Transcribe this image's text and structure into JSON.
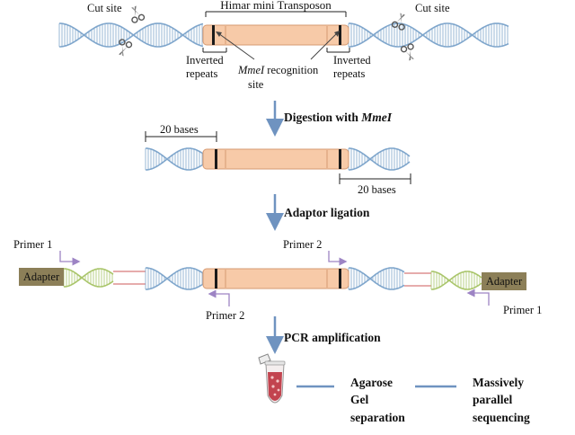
{
  "colors": {
    "dna_blue": "#7fa6cc",
    "dna_green": "#a9c56a",
    "dna_red": "#d87a7a",
    "transposon_fill": "#f7caa8",
    "transposon_stroke": "#d69a72",
    "adapter_fill": "#8c7f58",
    "step_arrow": "#6f93c0",
    "primer_arrow": "#9d84c4",
    "tube_red": "#c2444f"
  },
  "top": {
    "transposon_title": "Himar mini Transposon",
    "cut_site_left": "Cut site",
    "cut_site_right": "Cut site",
    "inverted_left_l1": "Inverted",
    "inverted_left_l2": "repeats",
    "inverted_right_l1": "Inverted",
    "inverted_right_l2": "repeats",
    "mmel_word": "MmeI",
    "mmel_rest": " recognition",
    "mmel_l2": "site",
    "scissor_icon": "scissors-icon"
  },
  "steps": {
    "digestion_prefix": "Digestion with ",
    "digestion_enzyme": "MmeI",
    "ligation": "Adaptor ligation",
    "pcr": "PCR amplification",
    "agarose_l1": "Agarose",
    "agarose_l2": "Gel",
    "agarose_l3": "separation",
    "massive_l1": "Massively",
    "massive_l2": "parallel",
    "massive_l3": "sequencing"
  },
  "digest": {
    "bases_left": "20 bases",
    "bases_right": "20 bases"
  },
  "ligation": {
    "primer1_left": "Primer 1",
    "primer2_top": "Primer 2",
    "primer2_bottom": "Primer 2",
    "primer1_right": "Primer 1",
    "adapter_left": "Adapter",
    "adapter_right": "Adapter"
  },
  "tube": {
    "icon": "pcr-tube-icon"
  }
}
